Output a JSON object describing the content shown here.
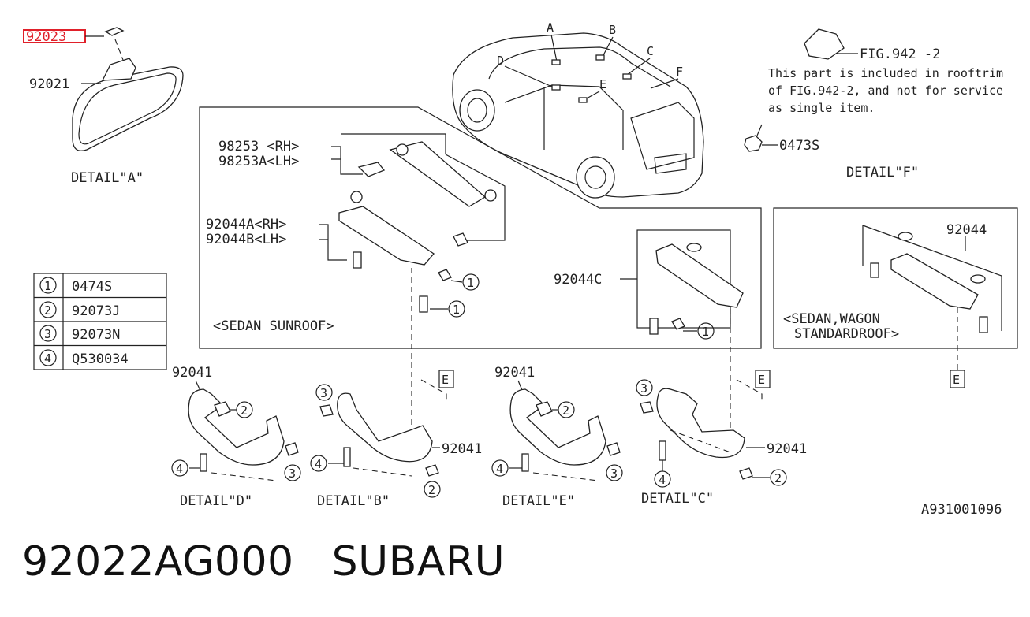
{
  "parts": {
    "highlighted": "92023",
    "mirror": "92021",
    "rh_lh_a": "98253 <RH>",
    "rh_lh_b": "98253A<LH>",
    "bracket_a": "92044A<RH>",
    "bracket_b": "92044B<LH>",
    "bracket_c": "92044C",
    "bracket_std": "92044",
    "handle_a": "92041",
    "handle_b": "92041",
    "handle_c": "92041",
    "handle_d": "92041",
    "clip": "0473S",
    "fig_ref": "FIG.942 -2",
    "drawing_no": "A931001096"
  },
  "notes": {
    "line1": "This part is included in rooftrim",
    "line2": "of FIG.942-2, and not for service",
    "line3": "as single item."
  },
  "details": {
    "a": "DETAIL\"A\"",
    "f": "DETAIL\"F\"",
    "d": "DETAIL\"D\"",
    "b": "DETAIL\"B\"",
    "e": "DETAIL\"E\"",
    "c": "DETAIL\"C\"",
    "sunroof": "<SEDAN SUNROOF>",
    "std1": "<SEDAN,WAGON",
    "std2": "STANDARDROOF>"
  },
  "car_letters": [
    "A",
    "B",
    "C",
    "D",
    "E",
    "F"
  ],
  "legend": [
    {
      "num": "1",
      "code": "0474S"
    },
    {
      "num": "2",
      "code": "92073J"
    },
    {
      "num": "3",
      "code": "92073N"
    },
    {
      "num": "4",
      "code": "Q530034"
    }
  ],
  "ref_box": "E",
  "callouts": {
    "one": "1",
    "two": "2",
    "three": "3",
    "four": "4"
  },
  "footer": {
    "part_number": "92022AG000",
    "brand": "SUBARU"
  },
  "colors": {
    "highlight": "#e0202a",
    "ink": "#222222"
  }
}
